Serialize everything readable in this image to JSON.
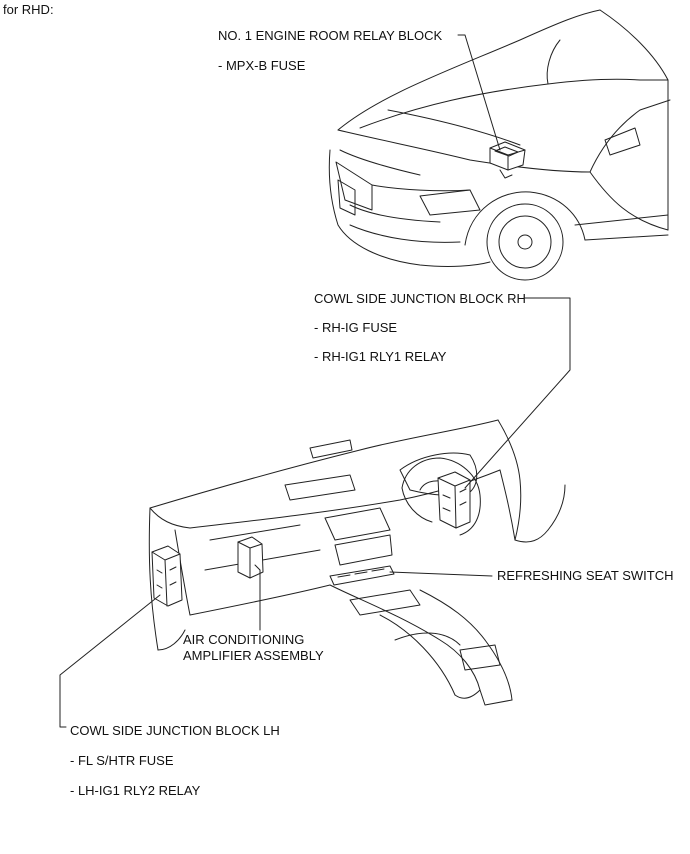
{
  "header": {
    "title": "for RHD:"
  },
  "callouts": {
    "engine_relay_block": {
      "name": "NO. 1 ENGINE ROOM RELAY BLOCK",
      "items": [
        "- MPX-B FUSE"
      ]
    },
    "cowl_rh": {
      "name": "COWL SIDE JUNCTION BLOCK RH",
      "items": [
        "- RH-IG FUSE",
        "- RH-IG1 RLY1 RELAY"
      ]
    },
    "refreshing_seat": {
      "name": "REFRESHING SEAT SWITCH"
    },
    "ac_amplifier": {
      "line1": "AIR CONDITIONING",
      "line2": "AMPLIFIER ASSEMBLY"
    },
    "cowl_lh": {
      "name": "COWL SIDE JUNCTION BLOCK LH",
      "items": [
        "- FL S/HTR FUSE",
        "- LH-IG1 RLY2 RELAY"
      ]
    }
  }
}
